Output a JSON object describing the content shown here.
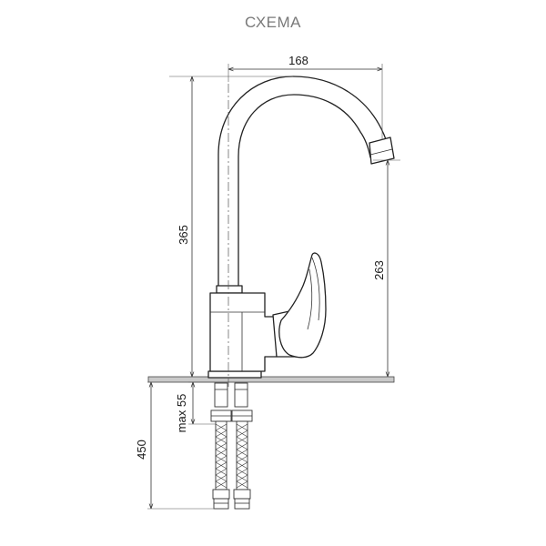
{
  "title": "СХЕМА",
  "dimensions": {
    "spout_reach": "168",
    "total_height": "365",
    "spout_height": "263",
    "max_counter_thickness": "max 55",
    "hose_length": "450"
  }
}
